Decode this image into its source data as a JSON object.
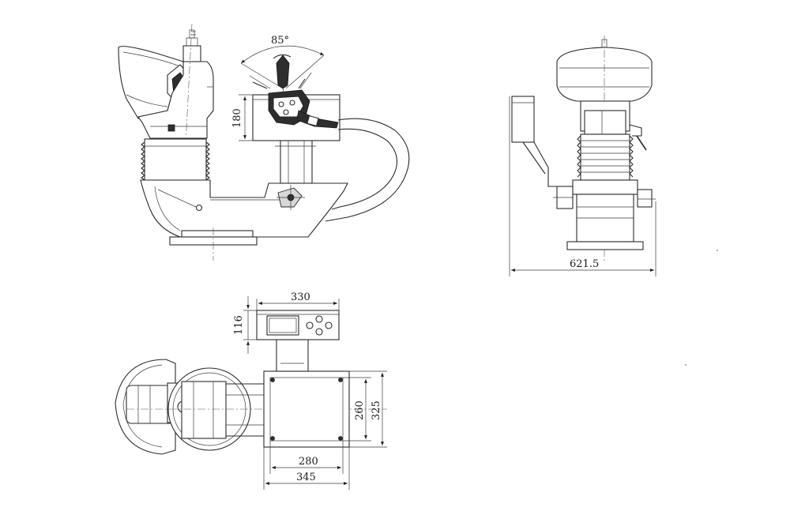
{
  "drawing": {
    "side_view": {
      "angle_label": "85°",
      "height_label": "180"
    },
    "front_view": {
      "width_label": "621.5"
    },
    "top_view": {
      "panel_width_label": "330",
      "panel_height_label": "116",
      "inner_height_label": "260",
      "outer_height_label": "325",
      "inner_width_label": "280",
      "outer_width_label": "345"
    }
  }
}
